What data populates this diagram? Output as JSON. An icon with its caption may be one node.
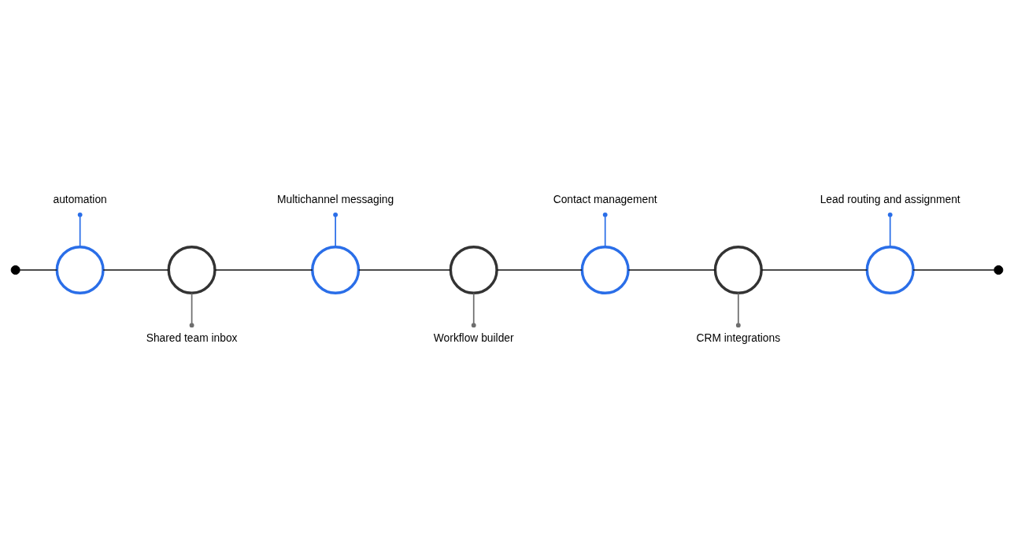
{
  "diagram": {
    "nodes": [
      {
        "text": [],
        "shape": "circle"
      },
      {
        "text": [],
        "shape": "circle"
      },
      {
        "text": [],
        "shape": "circle"
      },
      {
        "text": [],
        "shape": "circle"
      },
      {
        "text": [],
        "shape": "circle"
      },
      {
        "text": [],
        "shape": "circle"
      },
      {
        "text": [],
        "shape": "circle"
      },
      {
        "text": [],
        "shape": "circle"
      },
      {
        "text": [],
        "shape": "circle"
      },
      {
        "text": [
          "automation"
        ]
      },
      {
        "text": [
          "Shared team inbox"
        ]
      },
      {
        "text": [
          "Multichannel messaging"
        ]
      },
      {
        "text": [
          "Workflow builder"
        ]
      },
      {
        "text": [
          "Contact management"
        ]
      },
      {
        "text": [
          "CRM integrations"
        ]
      },
      {
        "text": [
          "Lead routing and assignment"
        ]
      }
    ],
    "edges": [
      {
        "from": 0,
        "to": 1,
        "arrow": "none"
      },
      {
        "from": 1,
        "to": 2,
        "arrow": "none"
      },
      {
        "from": 2,
        "to": 3,
        "arrow": "none"
      },
      {
        "from": 3,
        "to": 4,
        "arrow": "none"
      },
      {
        "from": 4,
        "to": 5,
        "arrow": "none"
      },
      {
        "from": 5,
        "to": 6,
        "arrow": "none"
      },
      {
        "from": 6,
        "to": 7,
        "arrow": "none"
      },
      {
        "from": 7,
        "to": 8,
        "arrow": "none"
      },
      {
        "from": 1,
        "to": 9,
        "arrow": "other",
        "color": "#2a6ee8"
      },
      {
        "from": 2,
        "to": 10,
        "arrow": "other",
        "color": "#6e6e6e"
      },
      {
        "from": 3,
        "to": 11,
        "arrow": "other",
        "color": "#2a6ee8"
      },
      {
        "from": 4,
        "to": 12,
        "arrow": "other",
        "color": "#6e6e6e"
      },
      {
        "from": 5,
        "to": 13,
        "arrow": "other",
        "color": "#2a6ee8"
      },
      {
        "from": 6,
        "to": 14,
        "arrow": "other",
        "color": "#6e6e6e"
      },
      {
        "from": 7,
        "to": 15,
        "arrow": "other",
        "color": "#2a6ee8"
      }
    ]
  }
}
